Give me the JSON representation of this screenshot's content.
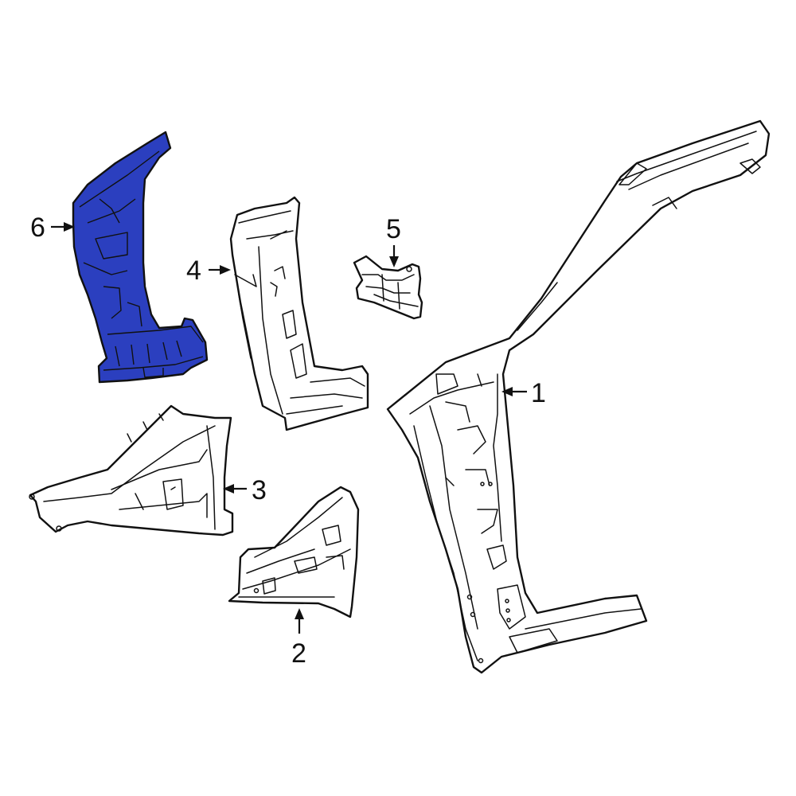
{
  "diagram": {
    "highlight_color": "#2b3fbf",
    "line_color": "#111111",
    "background": "#ffffff",
    "parts": [
      {
        "callout": "1",
        "highlighted": false
      },
      {
        "callout": "2",
        "highlighted": false
      },
      {
        "callout": "3",
        "highlighted": false
      },
      {
        "callout": "4",
        "highlighted": false
      },
      {
        "callout": "5",
        "highlighted": false
      },
      {
        "callout": "6",
        "highlighted": true
      }
    ]
  }
}
